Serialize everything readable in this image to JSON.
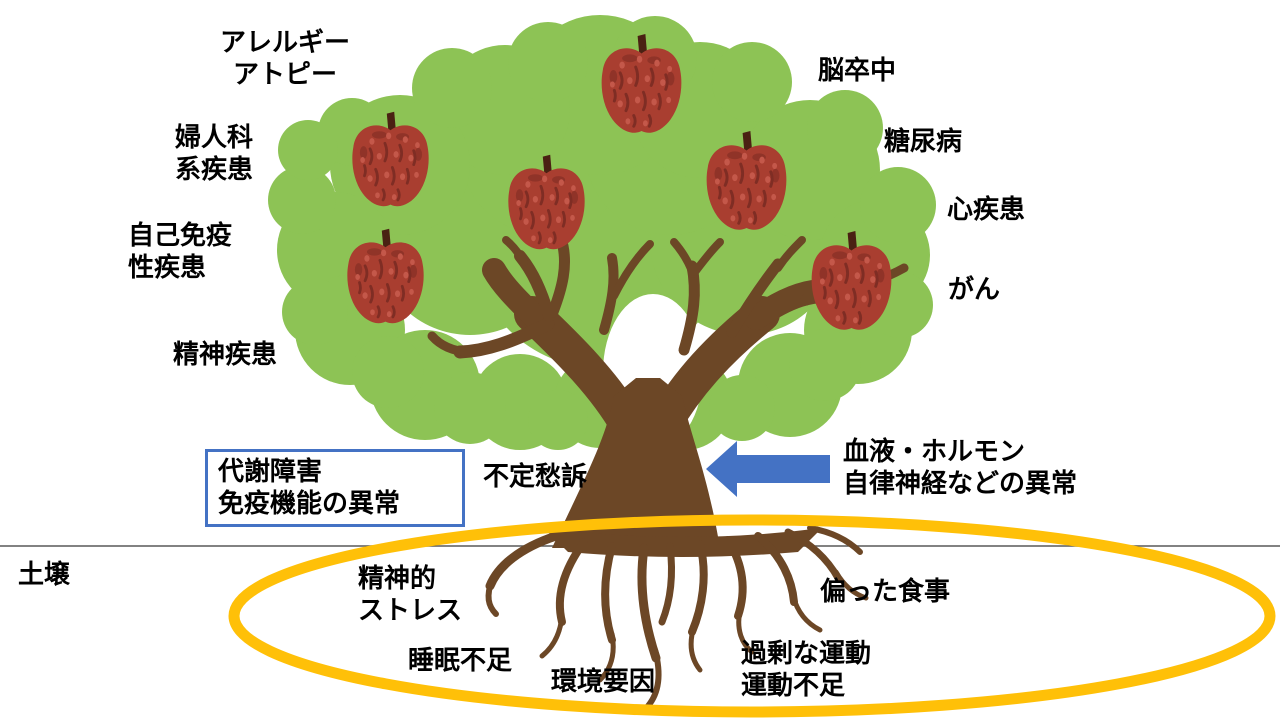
{
  "canopy_diseases": {
    "allergy_atopy": "アレルギー\nアトピー",
    "gynecological": "婦人科\n系疾患",
    "autoimmune": "自己免疫\n性疾患",
    "psychiatric": "精神疾患",
    "stroke": "脳卒中",
    "diabetes": "糖尿病",
    "heart_disease": "心疾患",
    "cancer": "がん"
  },
  "trunk": {
    "metabolic_box": "代謝障害\n免疫機能の異常",
    "nonspecific_complaints": "不定愁訴",
    "blood_hormone": "血液・ホルモン\n自律神経などの異常"
  },
  "ground": {
    "soil": "土壌"
  },
  "root_causes": {
    "mental_stress": "精神的\nストレス",
    "sleep_deprivation": "睡眠不足",
    "environmental_factors": "環境要因",
    "exercise_imbalance": "過剰な運動\n運動不足",
    "unbalanced_diet": "偏った食事"
  },
  "colors": {
    "canopy_green": "#8DC355",
    "trunk_brown": "#6C4726",
    "apple_red": "#A93E30",
    "apple_dark": "#7F2D24",
    "apple_light": "#C4584A",
    "apple_patch": "#8C3227",
    "stem_brown": "#4A2113",
    "ellipse_yellow": "#FFC008",
    "accent_blue": "#4472C4",
    "ground_line": "#595959",
    "text_black": "#000000"
  }
}
